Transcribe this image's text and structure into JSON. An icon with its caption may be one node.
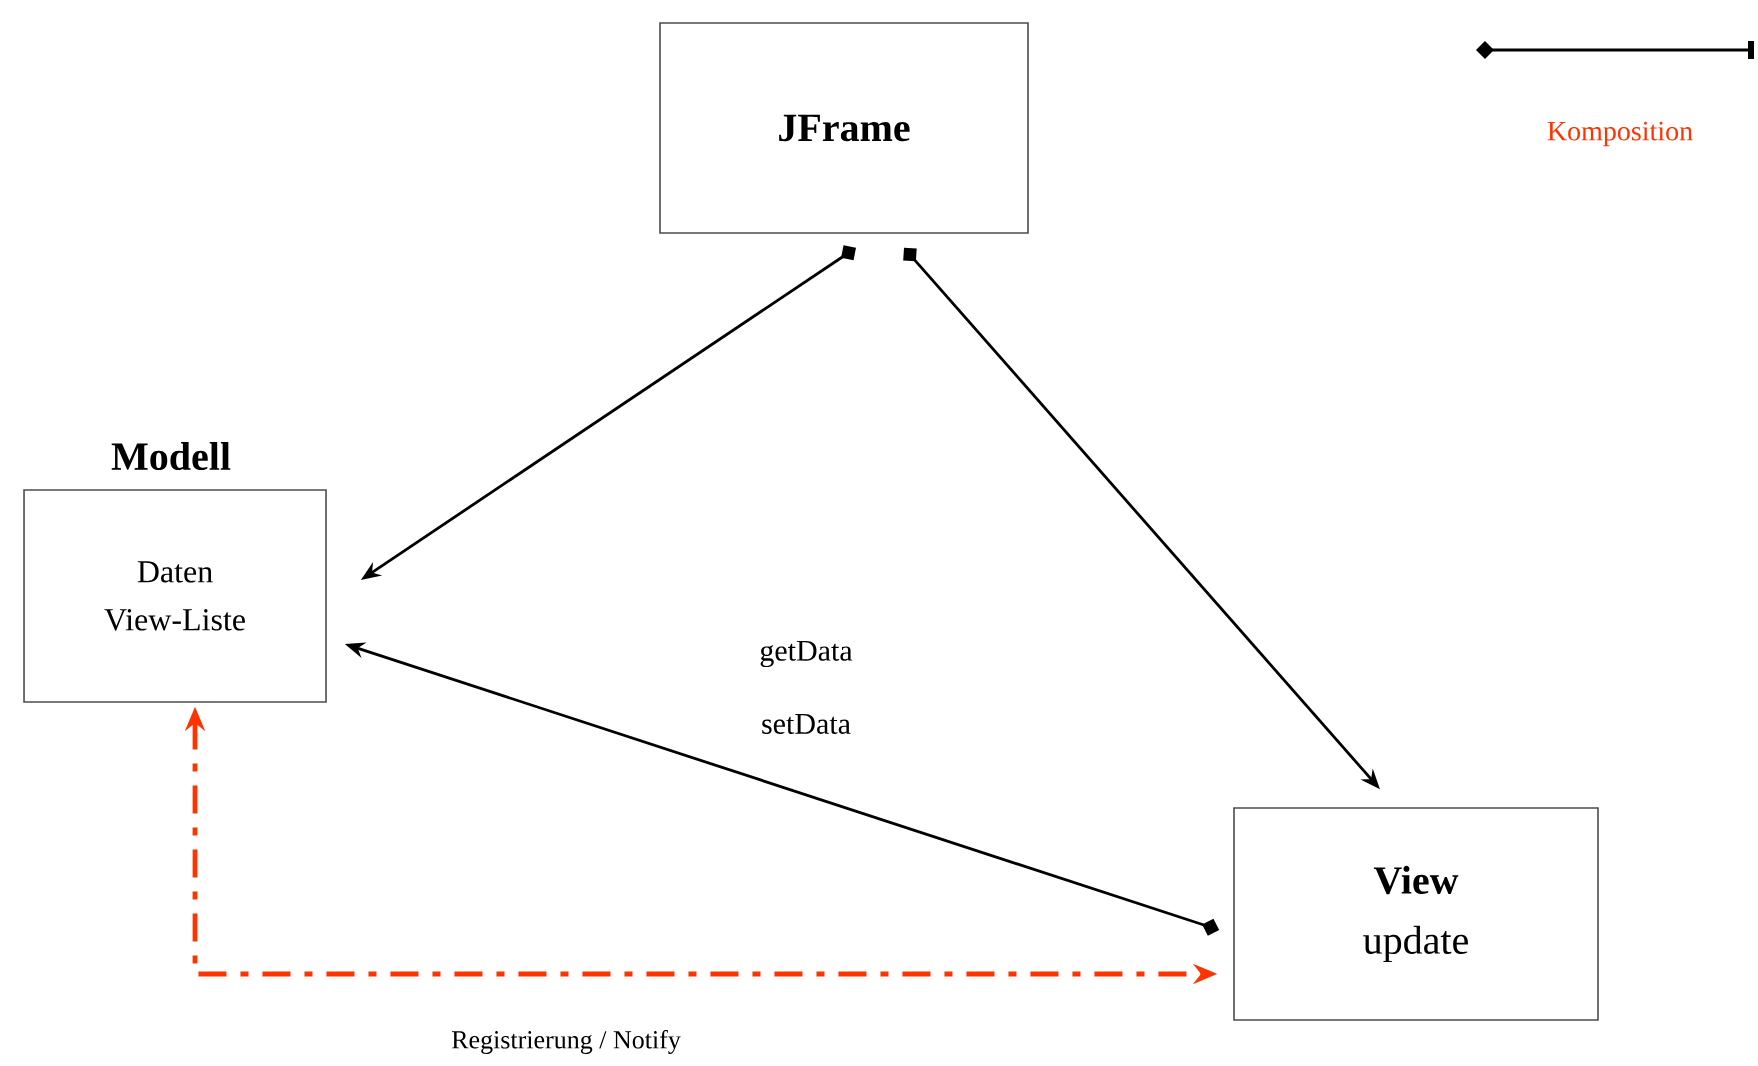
{
  "diagram": {
    "nodes": [
      {
        "text": [
          "JFrame"
        ]
      },
      {
        "text": [
          "Modell",
          "Daten",
          "View-Liste"
        ]
      },
      {
        "text": [
          "View",
          "update"
        ]
      }
    ],
    "edges": [
      {
        "from": 0,
        "to": 1,
        "arrow": "to"
      },
      {
        "from": 0,
        "to": 2,
        "arrow": "to"
      },
      {
        "from": 2,
        "to": 1,
        "arrow": "to"
      },
      {
        "from": 1,
        "to": 2,
        "arrow": "both",
        "label": "Registrierung / Notify",
        "style": "dashed",
        "color": "#ff3300"
      }
    ],
    "labels": [
      "getData",
      "setData"
    ],
    "legend": [
      {
        "text": "Komposition"
      }
    ]
  }
}
